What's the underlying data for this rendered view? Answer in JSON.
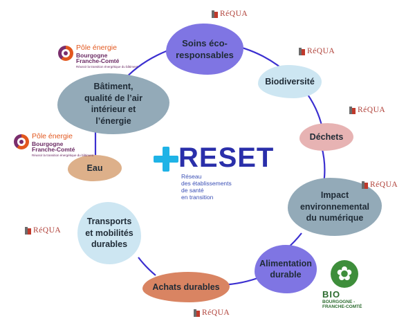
{
  "reset": {
    "word": "RESET",
    "sub_lines": [
      "Réseau",
      "des établissements",
      "de santé",
      "en transition"
    ]
  },
  "themes": [
    {
      "name": "soins",
      "lines": [
        "Soins éco-",
        "responsables"
      ],
      "color": "#7f75e3"
    },
    {
      "name": "biodiversite",
      "lines": [
        "Biodiversité"
      ],
      "color": "#cde6f2"
    },
    {
      "name": "dechets",
      "lines": [
        "Déchets"
      ],
      "color": "#e7b3b3"
    },
    {
      "name": "numerique",
      "lines": [
        "Impact",
        "environnemental",
        "du numérique"
      ],
      "color": "#93aab8"
    },
    {
      "name": "alimentation",
      "lines": [
        "Alimentation",
        "durable"
      ],
      "color": "#7f75e3"
    },
    {
      "name": "achats",
      "lines": [
        "Achats durables"
      ],
      "color": "#d98462"
    },
    {
      "name": "transports",
      "lines": [
        "Transports",
        "et mobilités",
        "durables"
      ],
      "color": "#cde6f2"
    },
    {
      "name": "eau",
      "lines": [
        "Eau"
      ],
      "color": "#ddb08a"
    },
    {
      "name": "batiment",
      "lines": [
        "Bâtiment,",
        "qualité de l’air",
        "intérieur et",
        "l’énergie"
      ],
      "color": "#93aab8"
    }
  ],
  "requa_label": "RéQUA",
  "pole": {
    "t1": "Pôle énergie",
    "t2": "Bourgogne",
    "t3": "Franche-Comté",
    "t4": "Réussir la transition énergétique du bâtiment"
  },
  "bio": {
    "b1": "BIO",
    "b2_lines": [
      "BOURGOGNE -",
      "FRANCHE-COMTÉ"
    ]
  },
  "colors": {
    "ring": "#3b2fd0",
    "reset_blue": "#2a2faa",
    "plus_cyan": "#1fb3e6",
    "requa_red": "#b0423a"
  }
}
